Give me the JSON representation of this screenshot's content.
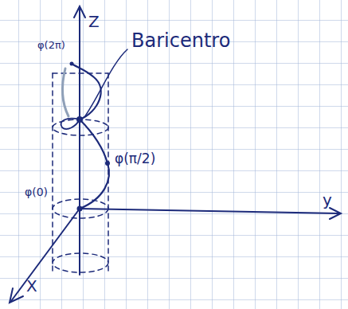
{
  "diagram": {
    "labels": [
      "Z",
      "y",
      "X",
      "Baricentro",
      "φ(2π)",
      "φ(π/2)",
      "φ(0)"
    ]
  }
}
